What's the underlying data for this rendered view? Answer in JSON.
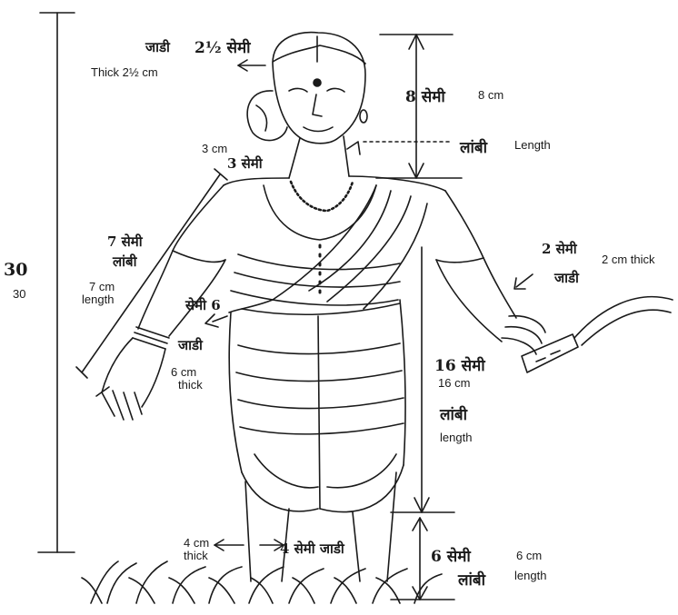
{
  "labels": {
    "thick_2_5": "Thick 2½ cm",
    "cm_8": "8 cm",
    "length_head": "Length",
    "cm_3": "3 cm",
    "total_30": "30",
    "arm_7": "7 cm",
    "arm_length": "length",
    "cm_2_thick": "2 cm thick",
    "arm_6": "6 cm",
    "arm_6_thick": "thick",
    "cm_16": "16 cm",
    "leg_length": "length",
    "ankle_4": "4 cm",
    "ankle_thick": "thick",
    "foot_6": "6 cm",
    "foot_length": "length"
  },
  "handwritten": {
    "jadi_top": "जाडी",
    "semi_2_5": "2½ सेमी",
    "semi_8": "8 सेमी",
    "lambi_head": "लांबी",
    "semi_3": "3 सेमी",
    "big_30": "30",
    "semi_7": "7 सेमी",
    "lambi_arm": "लांबी",
    "semi_2": "2 सेमी",
    "jadi_wrist": "जाडी",
    "semi_6": "सेमी 6",
    "jadi_arm": "जाडी",
    "semi_16": "16 सेमी",
    "lambi_leg": "लांबी",
    "semi_4": "4 सेमी जाडी",
    "semi_6_foot": "6 सेमी",
    "lambi_foot": "लांबी"
  },
  "colors": {
    "ink": "#1a1a1a",
    "paper": "#ffffff"
  }
}
